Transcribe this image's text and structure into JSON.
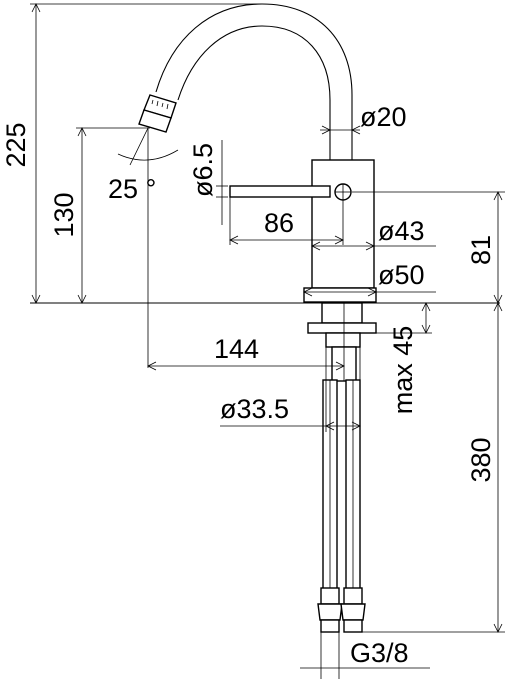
{
  "drawing": {
    "labels": {
      "total_height": "225",
      "spout_height": "130",
      "spout_angle": "25 °",
      "lever_diameter": "ø6.5",
      "spout_diameter": "ø20",
      "lever_length": "86",
      "body_diameter": "ø43",
      "base_diameter": "ø50",
      "lever_height": "81",
      "reach": "144",
      "deck_thickness": "max 45",
      "fixing_diameter": "ø33.5",
      "hose_length": "380",
      "thread": "G3/8"
    }
  }
}
